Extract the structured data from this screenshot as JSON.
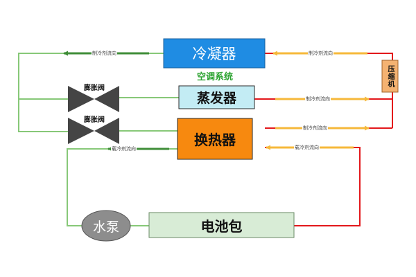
{
  "colors": {
    "hot": "#e3171b",
    "hot_arrow": "#f6b83a",
    "cool": "#87c878",
    "cool_arrow": "#3f8d38",
    "condenser_fill": "#1f8ce3",
    "evaporator_fill": "#c3ecf4",
    "exchanger_fill": "#f7890f",
    "battery_fill": "#d8ecd6",
    "pump_fill": "#8d8d8d",
    "compressor_fill": "#f4b271",
    "valve_fill": "#454545",
    "subtitle": "#2ba22f"
  },
  "components": {
    "condenser": "冷凝器",
    "evaporator": "蒸发器",
    "heat_exchanger": "换热器",
    "battery": "电池包",
    "pump": "水泵",
    "compressor": "压缩机",
    "valve_top": "膨胀阀",
    "valve_bottom": "膨胀阀"
  },
  "system_label": "空调系统",
  "flow_labels": {
    "refrigerant": "制冷剂流向",
    "coolant": "载冷剂流向"
  }
}
